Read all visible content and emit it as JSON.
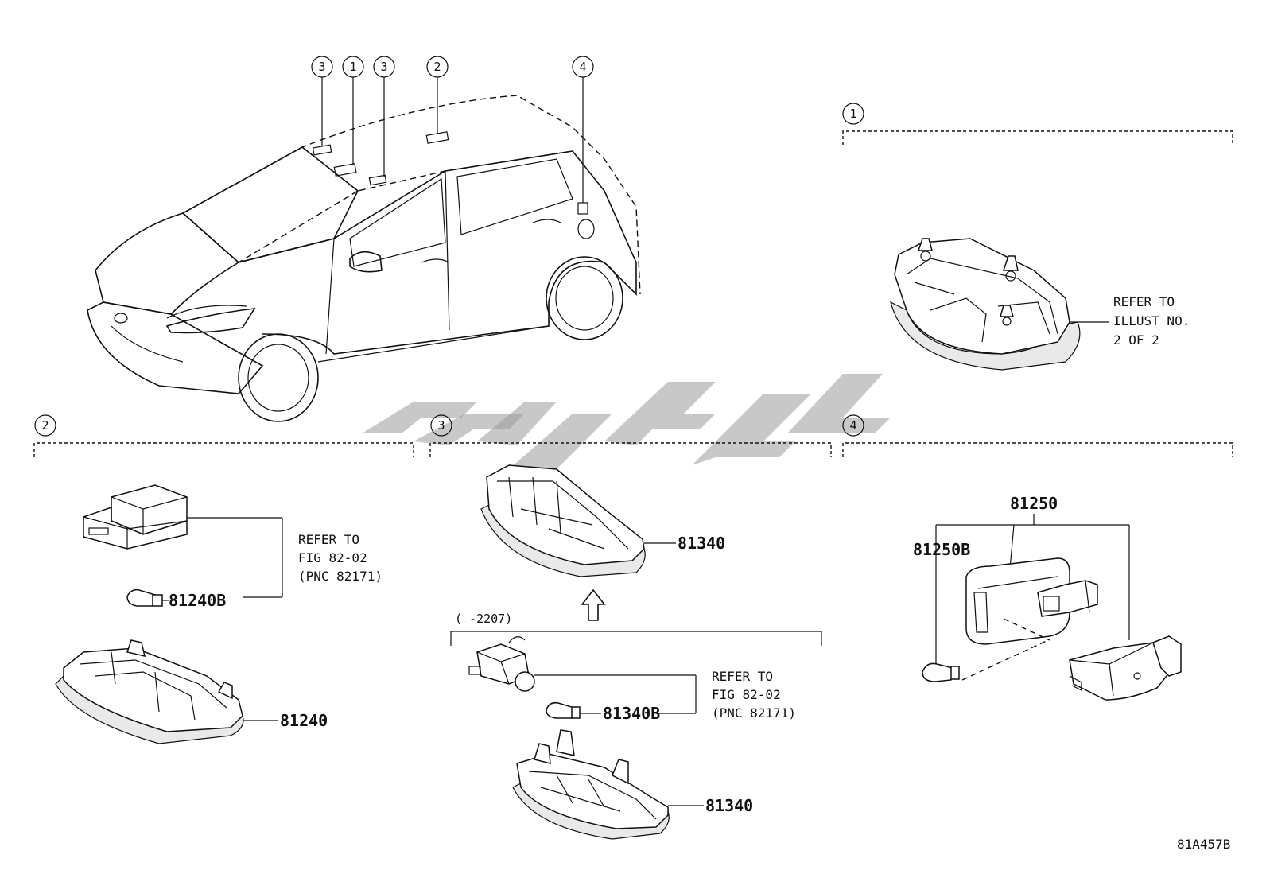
{
  "callouts": {
    "top_1": "3",
    "top_2": "1",
    "top_3": "3",
    "top_4": "2",
    "top_5": "4",
    "sec1": "1",
    "sec2": "2",
    "sec3": "3",
    "sec4": "4"
  },
  "section1": {
    "ref_line1": "REFER TO",
    "ref_line2": "ILLUST NO.",
    "ref_line3": "2 OF 2"
  },
  "section2": {
    "ref_line1": "REFER TO",
    "ref_line2": "FIG 82-02",
    "ref_line3": "(PNC 82171)",
    "bulb_part": "81240B",
    "lamp_part": "81240"
  },
  "section3": {
    "upper_part": "81340",
    "range_label": "(    -2207)",
    "ref_line1": "REFER TO",
    "ref_line2": "FIG 82-02",
    "ref_line3": "(PNC 82171)",
    "bulb_part": "81340B",
    "lower_part": "81340"
  },
  "section4": {
    "assembly_part": "81250",
    "bulb_part": "81250B"
  },
  "illustration_code": "81A457B",
  "colors": {
    "line": "#111111",
    "watermark": "#9a9a9a",
    "background": "#ffffff"
  }
}
